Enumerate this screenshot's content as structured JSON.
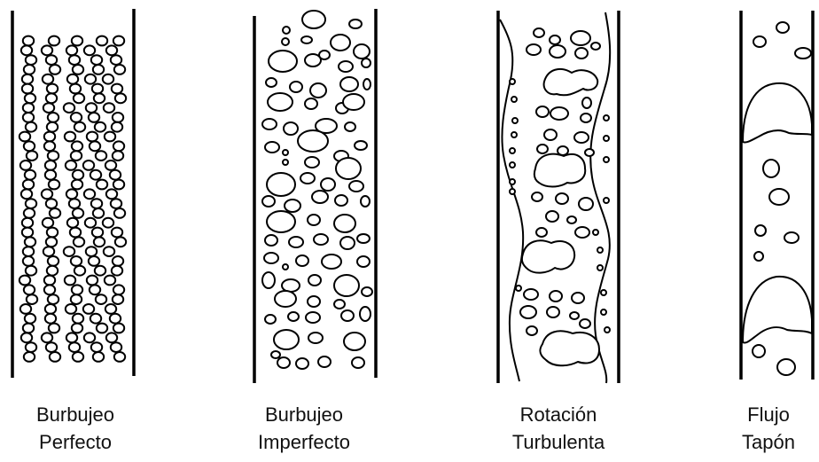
{
  "colors": {
    "ink": "#000000",
    "background": "#ffffff",
    "label_text": "#111111"
  },
  "panels": [
    {
      "id": "perfect-bubbly",
      "label_lines": [
        "Burbujeo",
        "Perfecto"
      ]
    },
    {
      "id": "imperfect-bubbly",
      "label_lines": [
        "Burbujeo",
        "Imperfecto"
      ]
    },
    {
      "id": "churn-turbulent",
      "label_lines": [
        "Rotación",
        "Turbulenta"
      ]
    },
    {
      "id": "slug-flow",
      "label_lines": [
        "Flujo",
        "Tapón"
      ]
    }
  ]
}
